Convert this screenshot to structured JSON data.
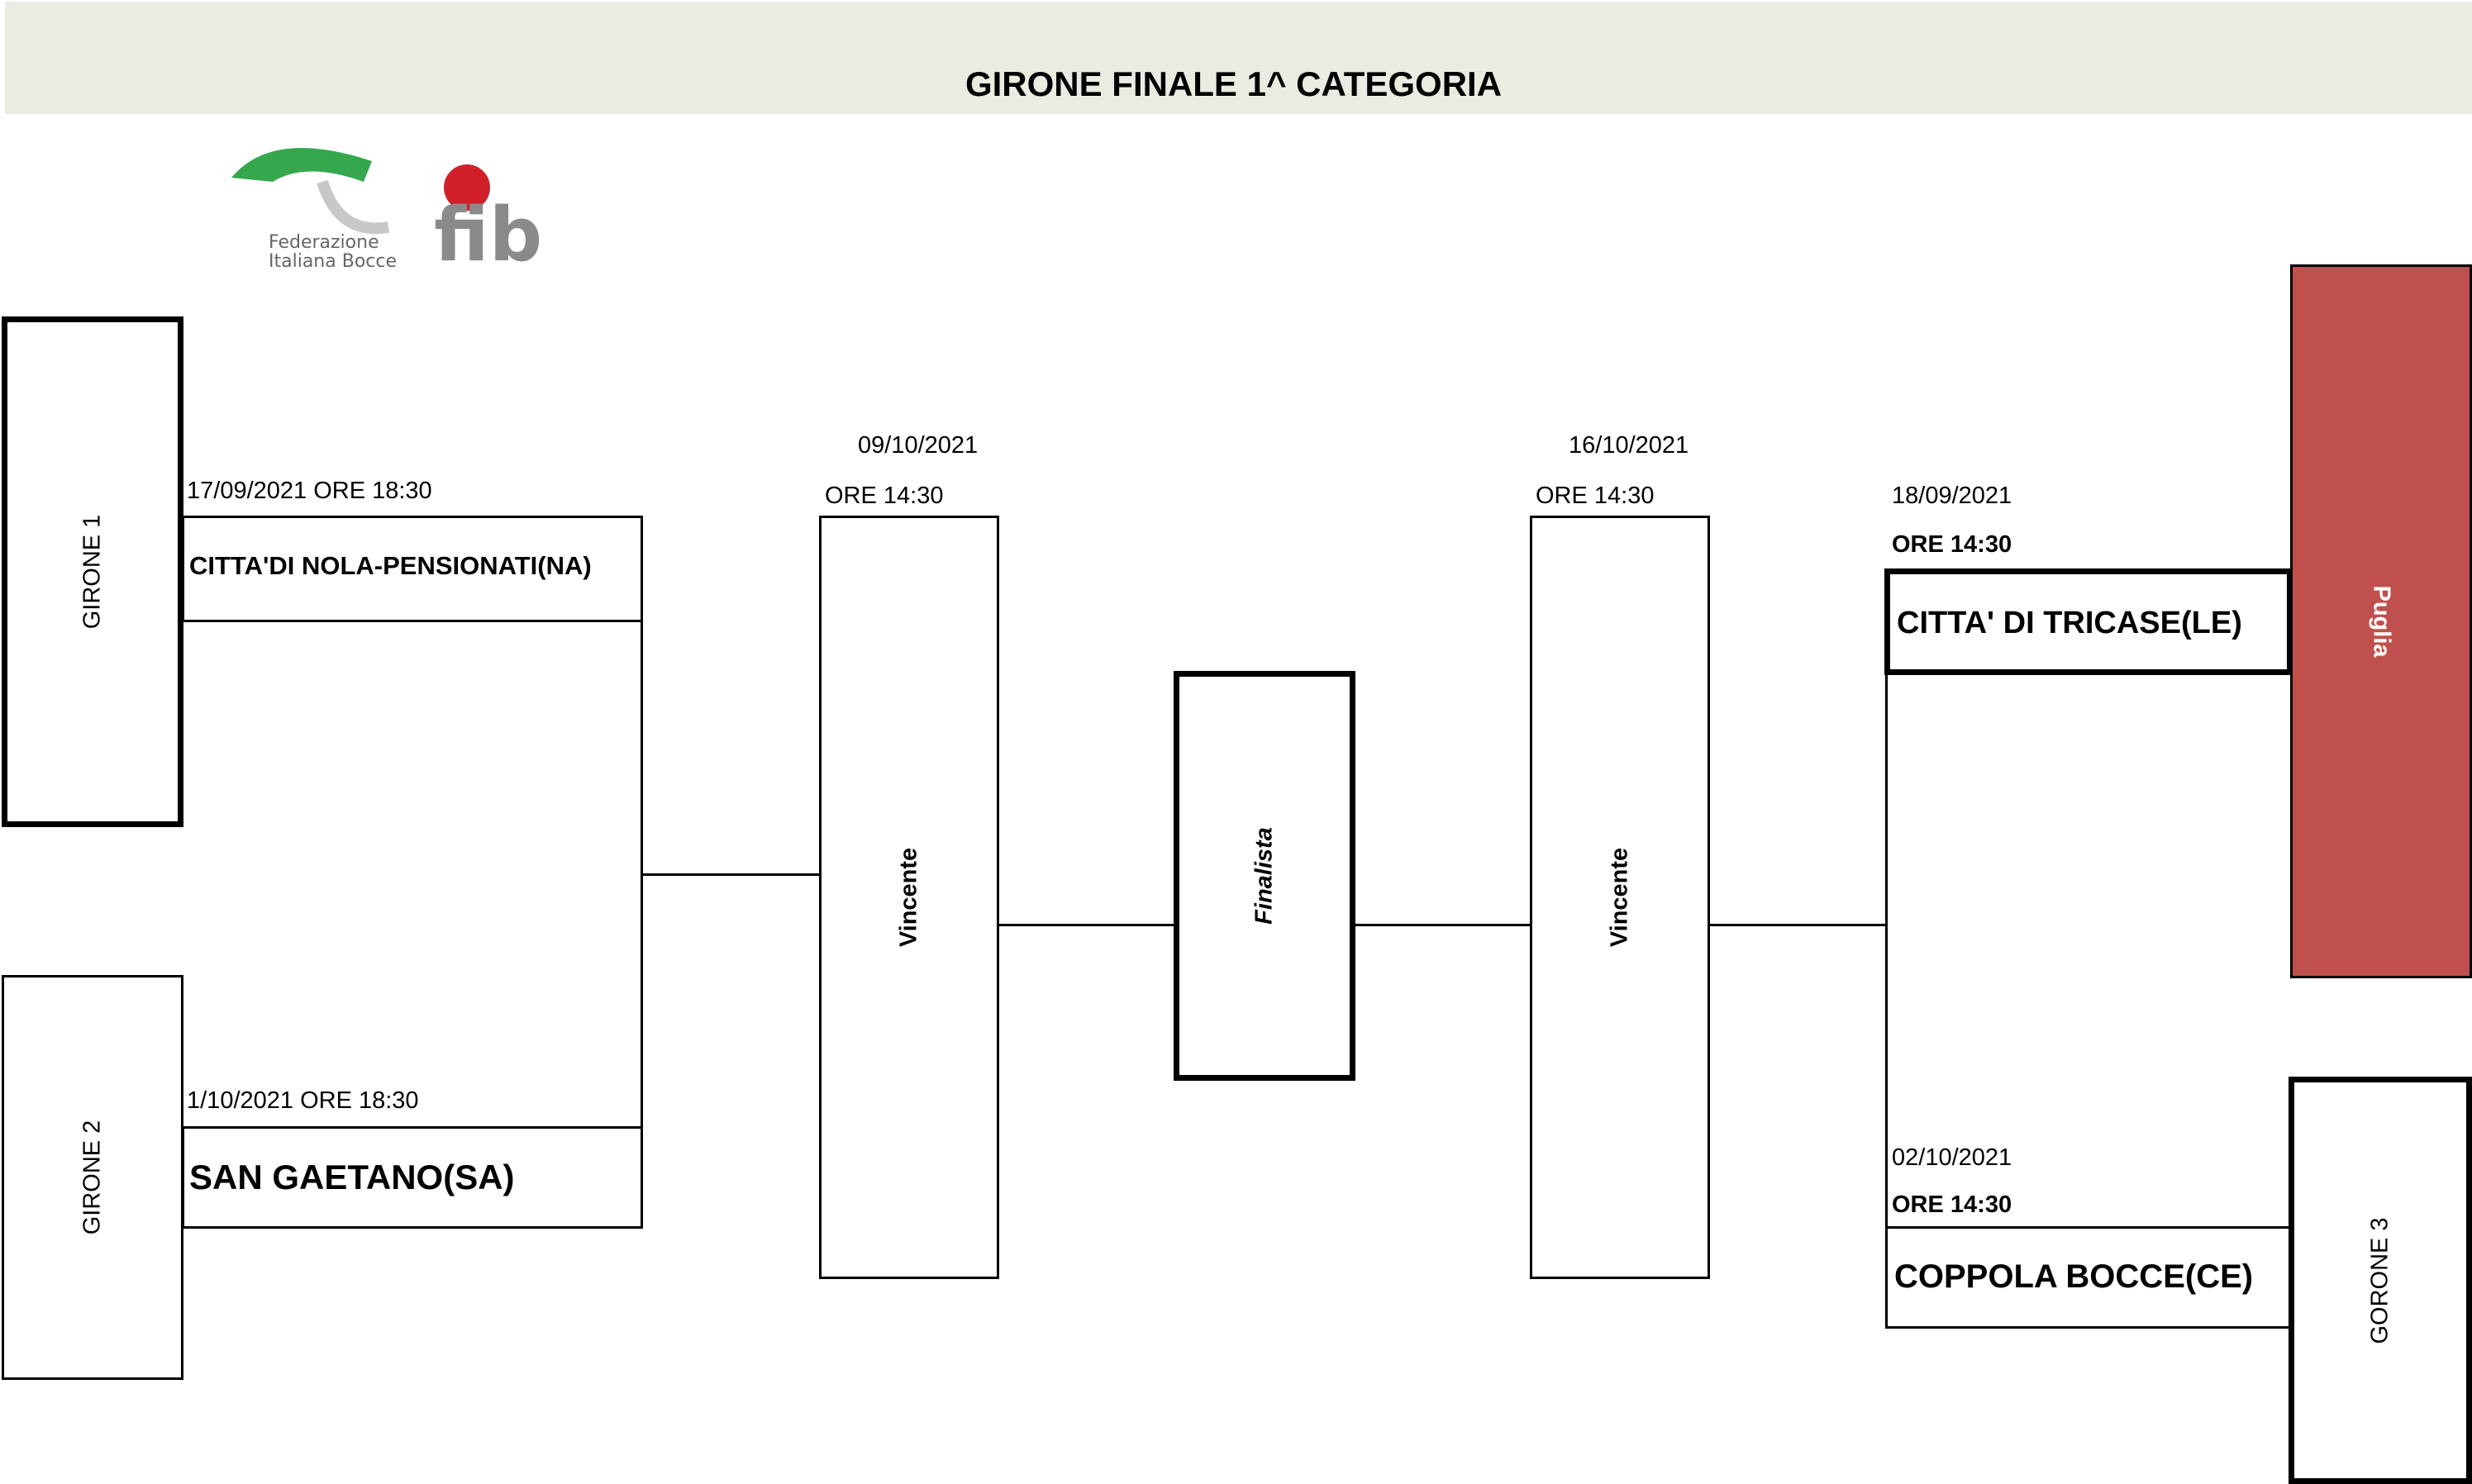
{
  "header": {
    "title": "GIRONE FINALE 1^ CATEGORIA"
  },
  "logo": {
    "org_line1": "Federazione",
    "org_line2": "Italiana Bocce",
    "mark": "fib"
  },
  "groups": {
    "g1": "GIRONE 1",
    "g2": "GIRONE 2",
    "g3": "GORONE 3",
    "puglia": "Puglia"
  },
  "matches": {
    "m1": {
      "datetime": "17/09/2021  ORE 18:30",
      "team": "CITTA'DI NOLA-PENSIONATI(NA)"
    },
    "m2": {
      "datetime": "1/10/2021 ORE 18:30",
      "team": "SAN GAETANO(SA)"
    },
    "m3": {
      "date": "18/09/2021",
      "time": "ORE 14:30",
      "team": "CITTA' DI TRICASE(LE)"
    },
    "m4": {
      "date": "02/10/2021",
      "time": "ORE 14:30",
      "team": "COPPOLA BOCCE(CE)"
    }
  },
  "semis": {
    "left": {
      "date": "09/10/2021",
      "time": "ORE 14:30",
      "label": "Vincente"
    },
    "right": {
      "date": "16/10/2021",
      "time": "ORE 14:30",
      "label": "Vincente"
    }
  },
  "final": {
    "label": "Finalista"
  },
  "colors": {
    "header_bg": "#ecebe2",
    "puglia": "#c0504d",
    "logo_green": "#1f9e3a",
    "logo_red": "#d0202a",
    "logo_gray": "#8a8a8a"
  }
}
